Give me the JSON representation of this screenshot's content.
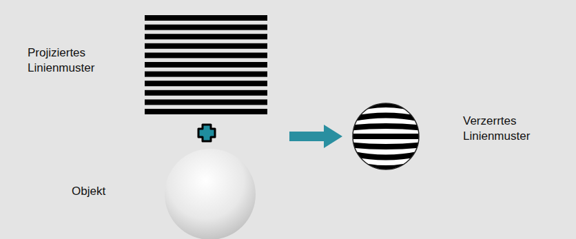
{
  "diagram": {
    "labels": [
      "Projiziertes Linienmuster",
      "Objekt",
      "Verzerrtes Linienmuster"
    ]
  }
}
